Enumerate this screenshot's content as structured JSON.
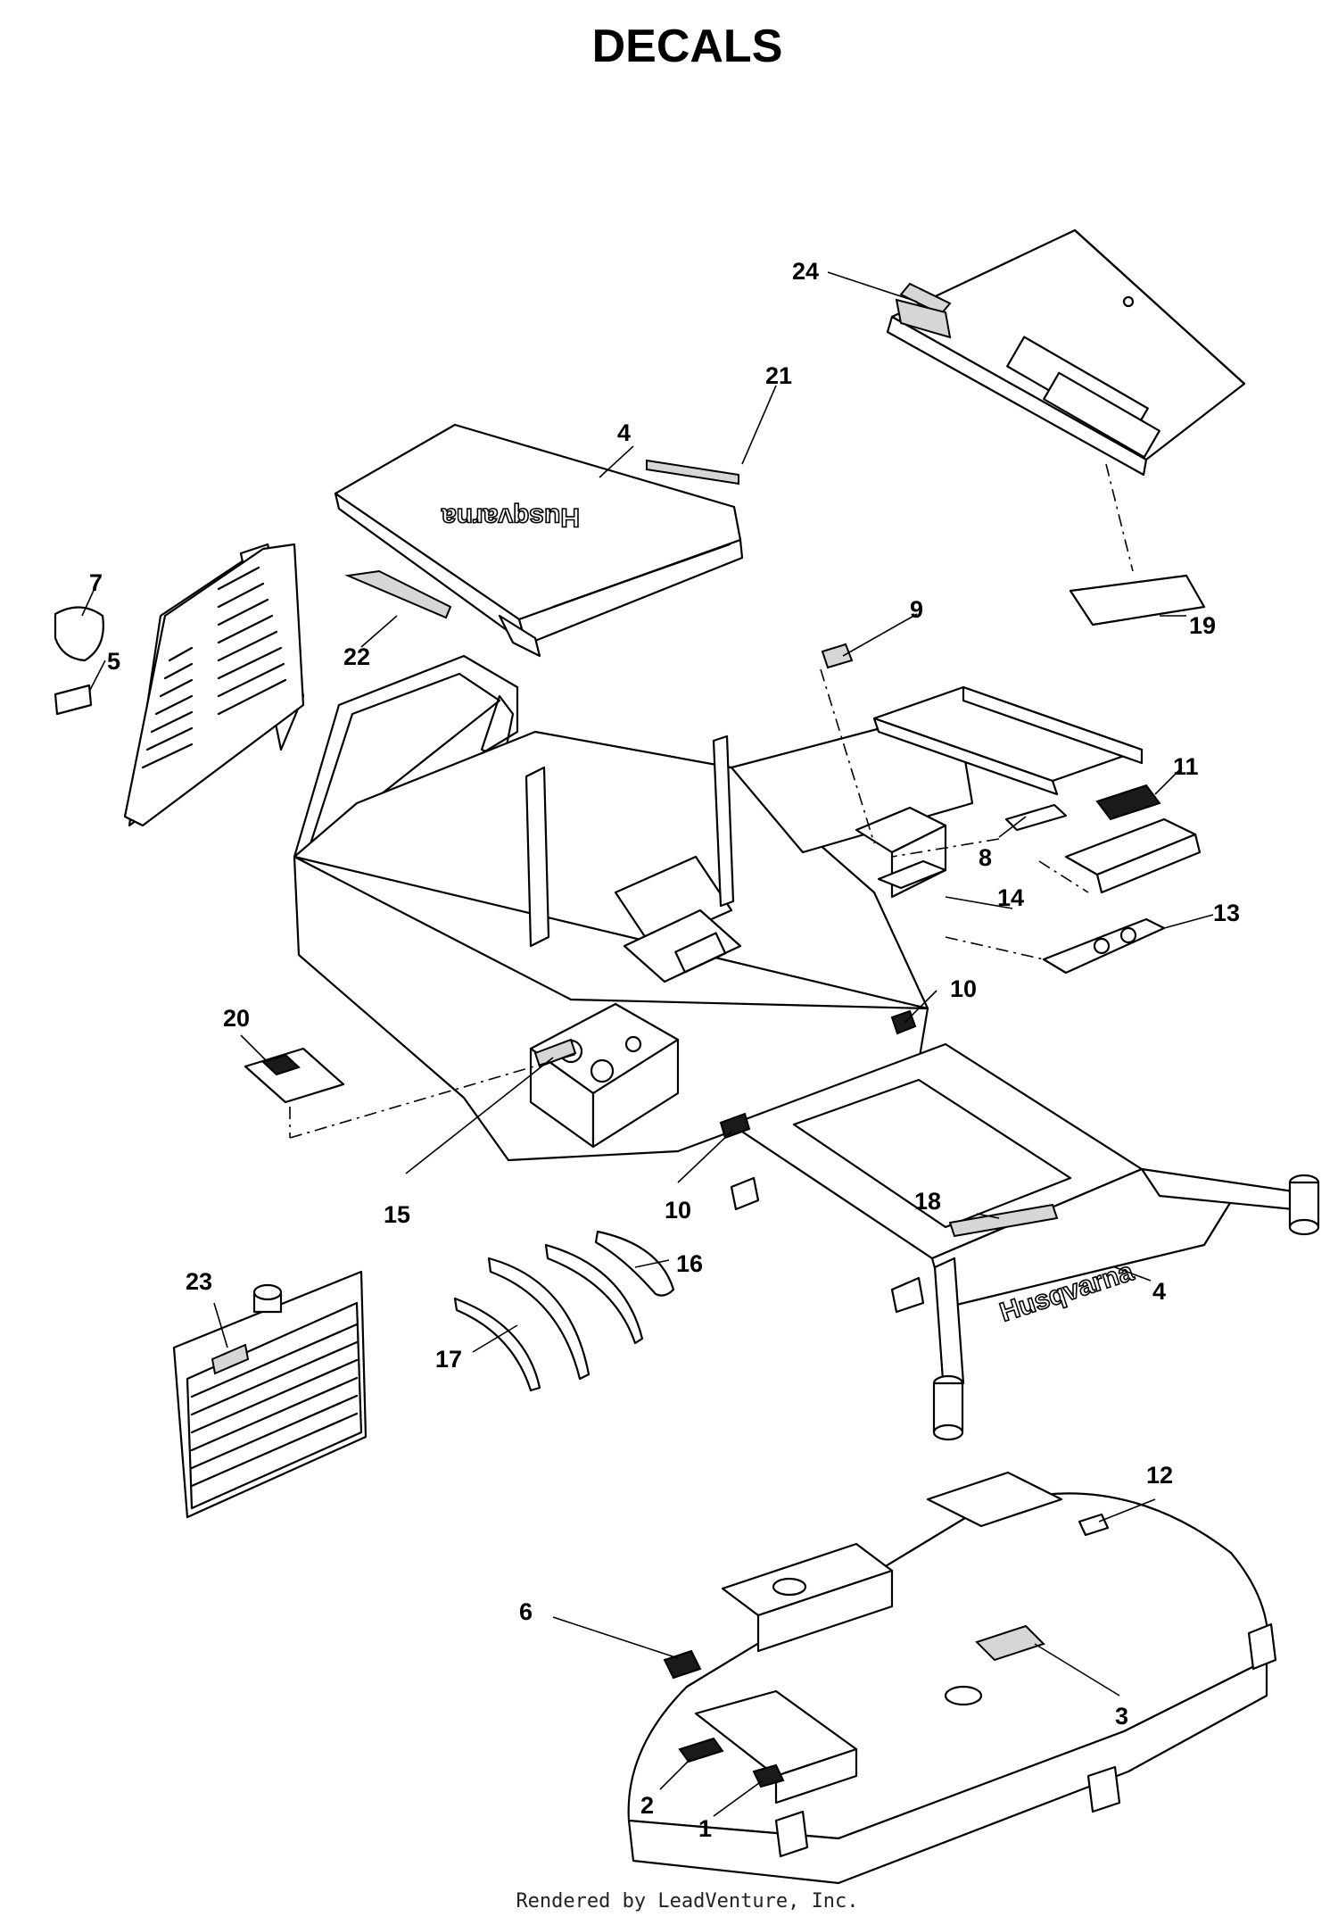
{
  "title": "DECALS",
  "footer": "Rendered by LeadVenture, Inc.",
  "brand_text": "Husqvarna",
  "callouts": [
    "24",
    "21",
    "4",
    "7",
    "5",
    "22",
    "9",
    "11",
    "8",
    "14",
    "13",
    "10",
    "20",
    "15",
    "10",
    "18",
    "4",
    "16",
    "23",
    "17",
    "12",
    "6",
    "3",
    "2",
    "1",
    "19"
  ],
  "colors": {
    "line": "#000000",
    "background": "#ffffff",
    "decal_gray": "#d6d6d6"
  }
}
